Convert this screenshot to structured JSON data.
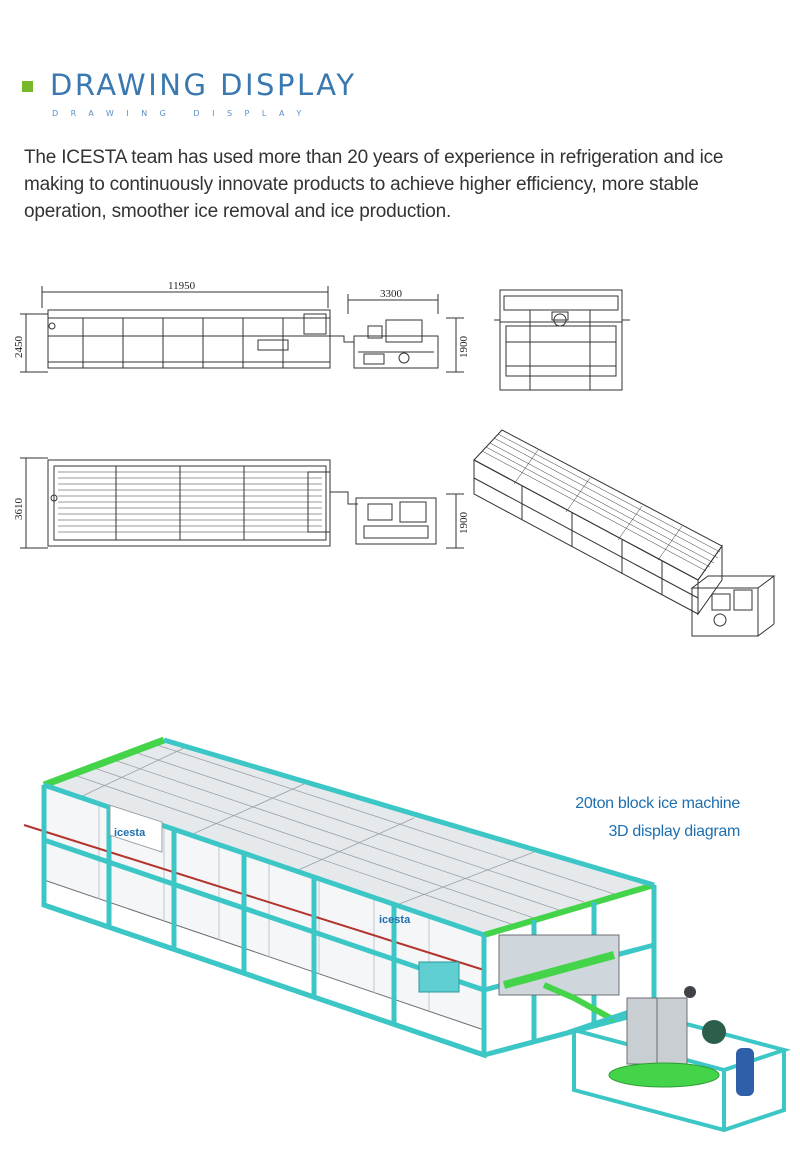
{
  "header": {
    "title": "DRAWING DISPLAY",
    "subtitle": "DRAWING DISPLAY",
    "accent_color": "#76b82a",
    "title_color": "#3a78b0"
  },
  "intro": {
    "text": "The ICESTA team has used more than 20 years of experience in refrigeration and ice making to continuously innovate products to achieve higher efficiency, more stable operation, smoother ice removal and ice production."
  },
  "drawings": {
    "side_view": {
      "length_label": "11950",
      "height_label": "2450",
      "unit_width_label": "3300",
      "unit_height_label": "1900"
    },
    "top_view": {
      "width_label": "3610",
      "unit_depth_label": "1900"
    },
    "end_view": {},
    "iso_view": {}
  },
  "render": {
    "brand_text": "icesta",
    "frame_color": "#3cc6c6",
    "pipe_color": "#44d44a"
  },
  "caption": {
    "line1": "20ton block ice machine",
    "line2": "3D display diagram",
    "color": "#1e6fb0"
  }
}
